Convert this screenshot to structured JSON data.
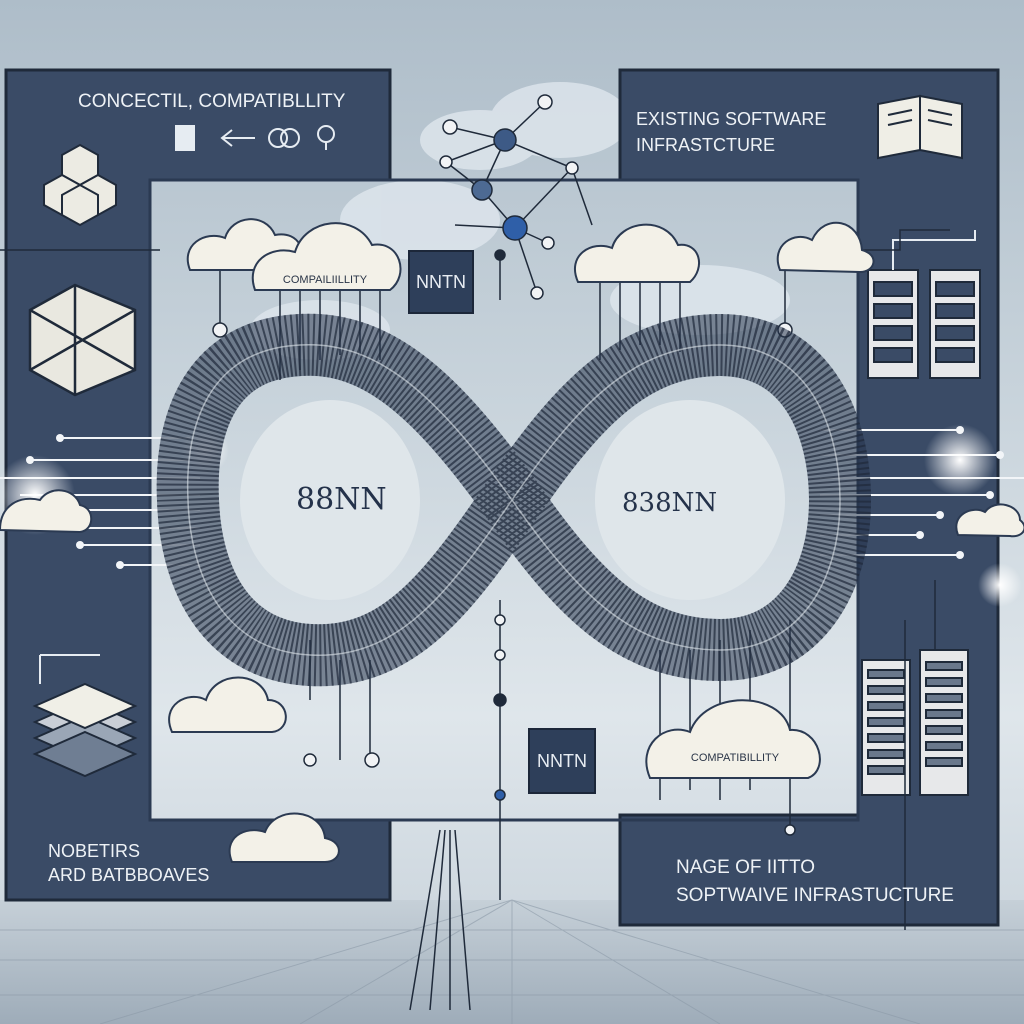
{
  "panels": {
    "top_left_title": "CONCECTIL, COMPATIBLLITY",
    "top_right_title_line1": "EXISTING SOFTWARE",
    "top_right_title_line2": "INFRASTCTURE",
    "bottom_left_line1": "NOBETIRS",
    "bottom_left_line2": "ARD BATBBOAVES",
    "bottom_right_line1": "NAGE OF IITTO",
    "bottom_right_line2": "SOPTWAIVE INFRASTUCTURE"
  },
  "clouds": {
    "top_left_label": "COMPAILIILLITY",
    "bottom_right_label": "COMPATIBILLITY"
  },
  "tags": {
    "top_center": "NNTN",
    "bottom_center": "NNTN"
  },
  "infinity": {
    "left_label": "88NN",
    "right_label": "838NN"
  },
  "icons": [
    "cube-cluster-icon",
    "wireframe-cube-icon",
    "stacked-layers-icon",
    "open-book-icon",
    "server-rack-icon",
    "network-graph-icon"
  ],
  "colors": {
    "panel": "#3a4b66",
    "panel_dark": "#2b3a52",
    "accent_blue": "#2f5fa8",
    "cloud": "#f3f1e8",
    "line": "#1f2a3a"
  }
}
